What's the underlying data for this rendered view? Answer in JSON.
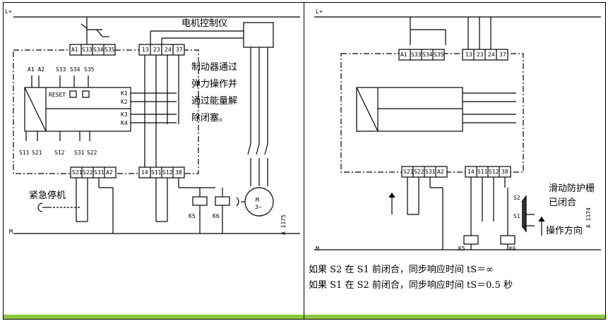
{
  "left": {
    "labels": {
      "rail_top": "L+",
      "rail_bottom": "M",
      "controller": "电机控制仪",
      "brake_note": [
        "制动器通过",
        "弹力操作并",
        "通过能量解",
        "除闭塞。"
      ],
      "estop": "紧急停机",
      "figure_id": "A 1175",
      "motor": "M",
      "motor_sub": "3~",
      "k5": "K5",
      "k6": "K6",
      "reset": "RESET",
      "top_terms": [
        "A1",
        "S33",
        "S34",
        "S35"
      ],
      "top_out_terms": [
        "13",
        "23",
        "24",
        "37"
      ],
      "in_terms": [
        "A1 A2",
        "S33",
        "S34",
        "S35"
      ],
      "bot_in_terms": [
        "S11",
        "S21",
        "S12",
        "S31",
        "S22"
      ],
      "bot_terms": [
        "S21",
        "S22",
        "S31",
        "A2"
      ],
      "bot_out_terms": [
        "14",
        "S11",
        "S12",
        "38"
      ],
      "k_labels": [
        "K1",
        "K2",
        "K3",
        "K4"
      ]
    }
  },
  "right": {
    "labels": {
      "rail_top": "L+",
      "rail_bottom": "M",
      "guard": [
        "滑动防护栅",
        "已闭合"
      ],
      "direction": "操作方向",
      "figure_id": "A 1174",
      "s1": "S1",
      "s2": "S2",
      "k5": "K5",
      "k6": "K6",
      "top_terms": [
        "A1",
        "S33",
        "S34",
        "S35"
      ],
      "top_out_terms": [
        "13",
        "23",
        "24",
        "37"
      ],
      "bot_terms": [
        "S21",
        "S22",
        "S31",
        "A2"
      ],
      "bot_out_terms": [
        "14",
        "S11",
        "S12",
        "38"
      ]
    },
    "notes": [
      "如果 S2 在 S1 前闭合，同步响应时间 tS＝∞",
      "如果 S1 在 S2 前闭合，同步响应时间 tS＝0.5 秒"
    ]
  }
}
